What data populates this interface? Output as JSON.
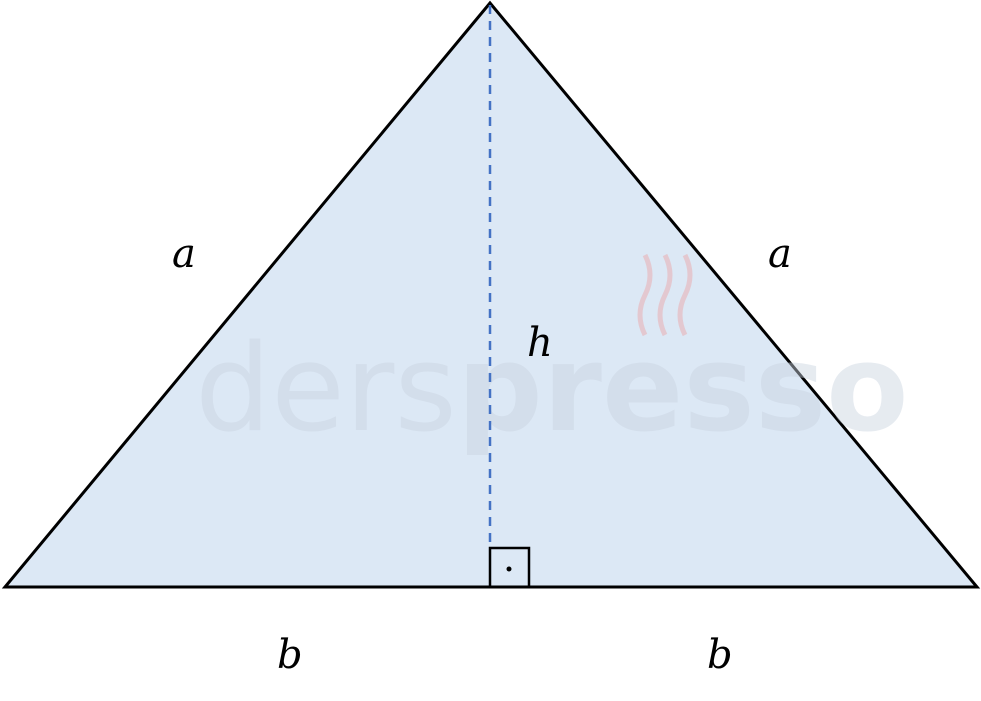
{
  "diagram": {
    "title_shape": "isosceles-triangle",
    "labels": {
      "left_side": "a",
      "right_side": "a",
      "height": "h",
      "left_base": "b",
      "right_base": "b"
    },
    "colors": {
      "fill": "#dce8f5",
      "stroke": "#000000",
      "height_line": "#4472c4",
      "watermark": "#c9d3e0",
      "watermark_steam": "#e8b4b8"
    },
    "watermark": {
      "text_light": "ders",
      "text_bold": "presso"
    }
  }
}
